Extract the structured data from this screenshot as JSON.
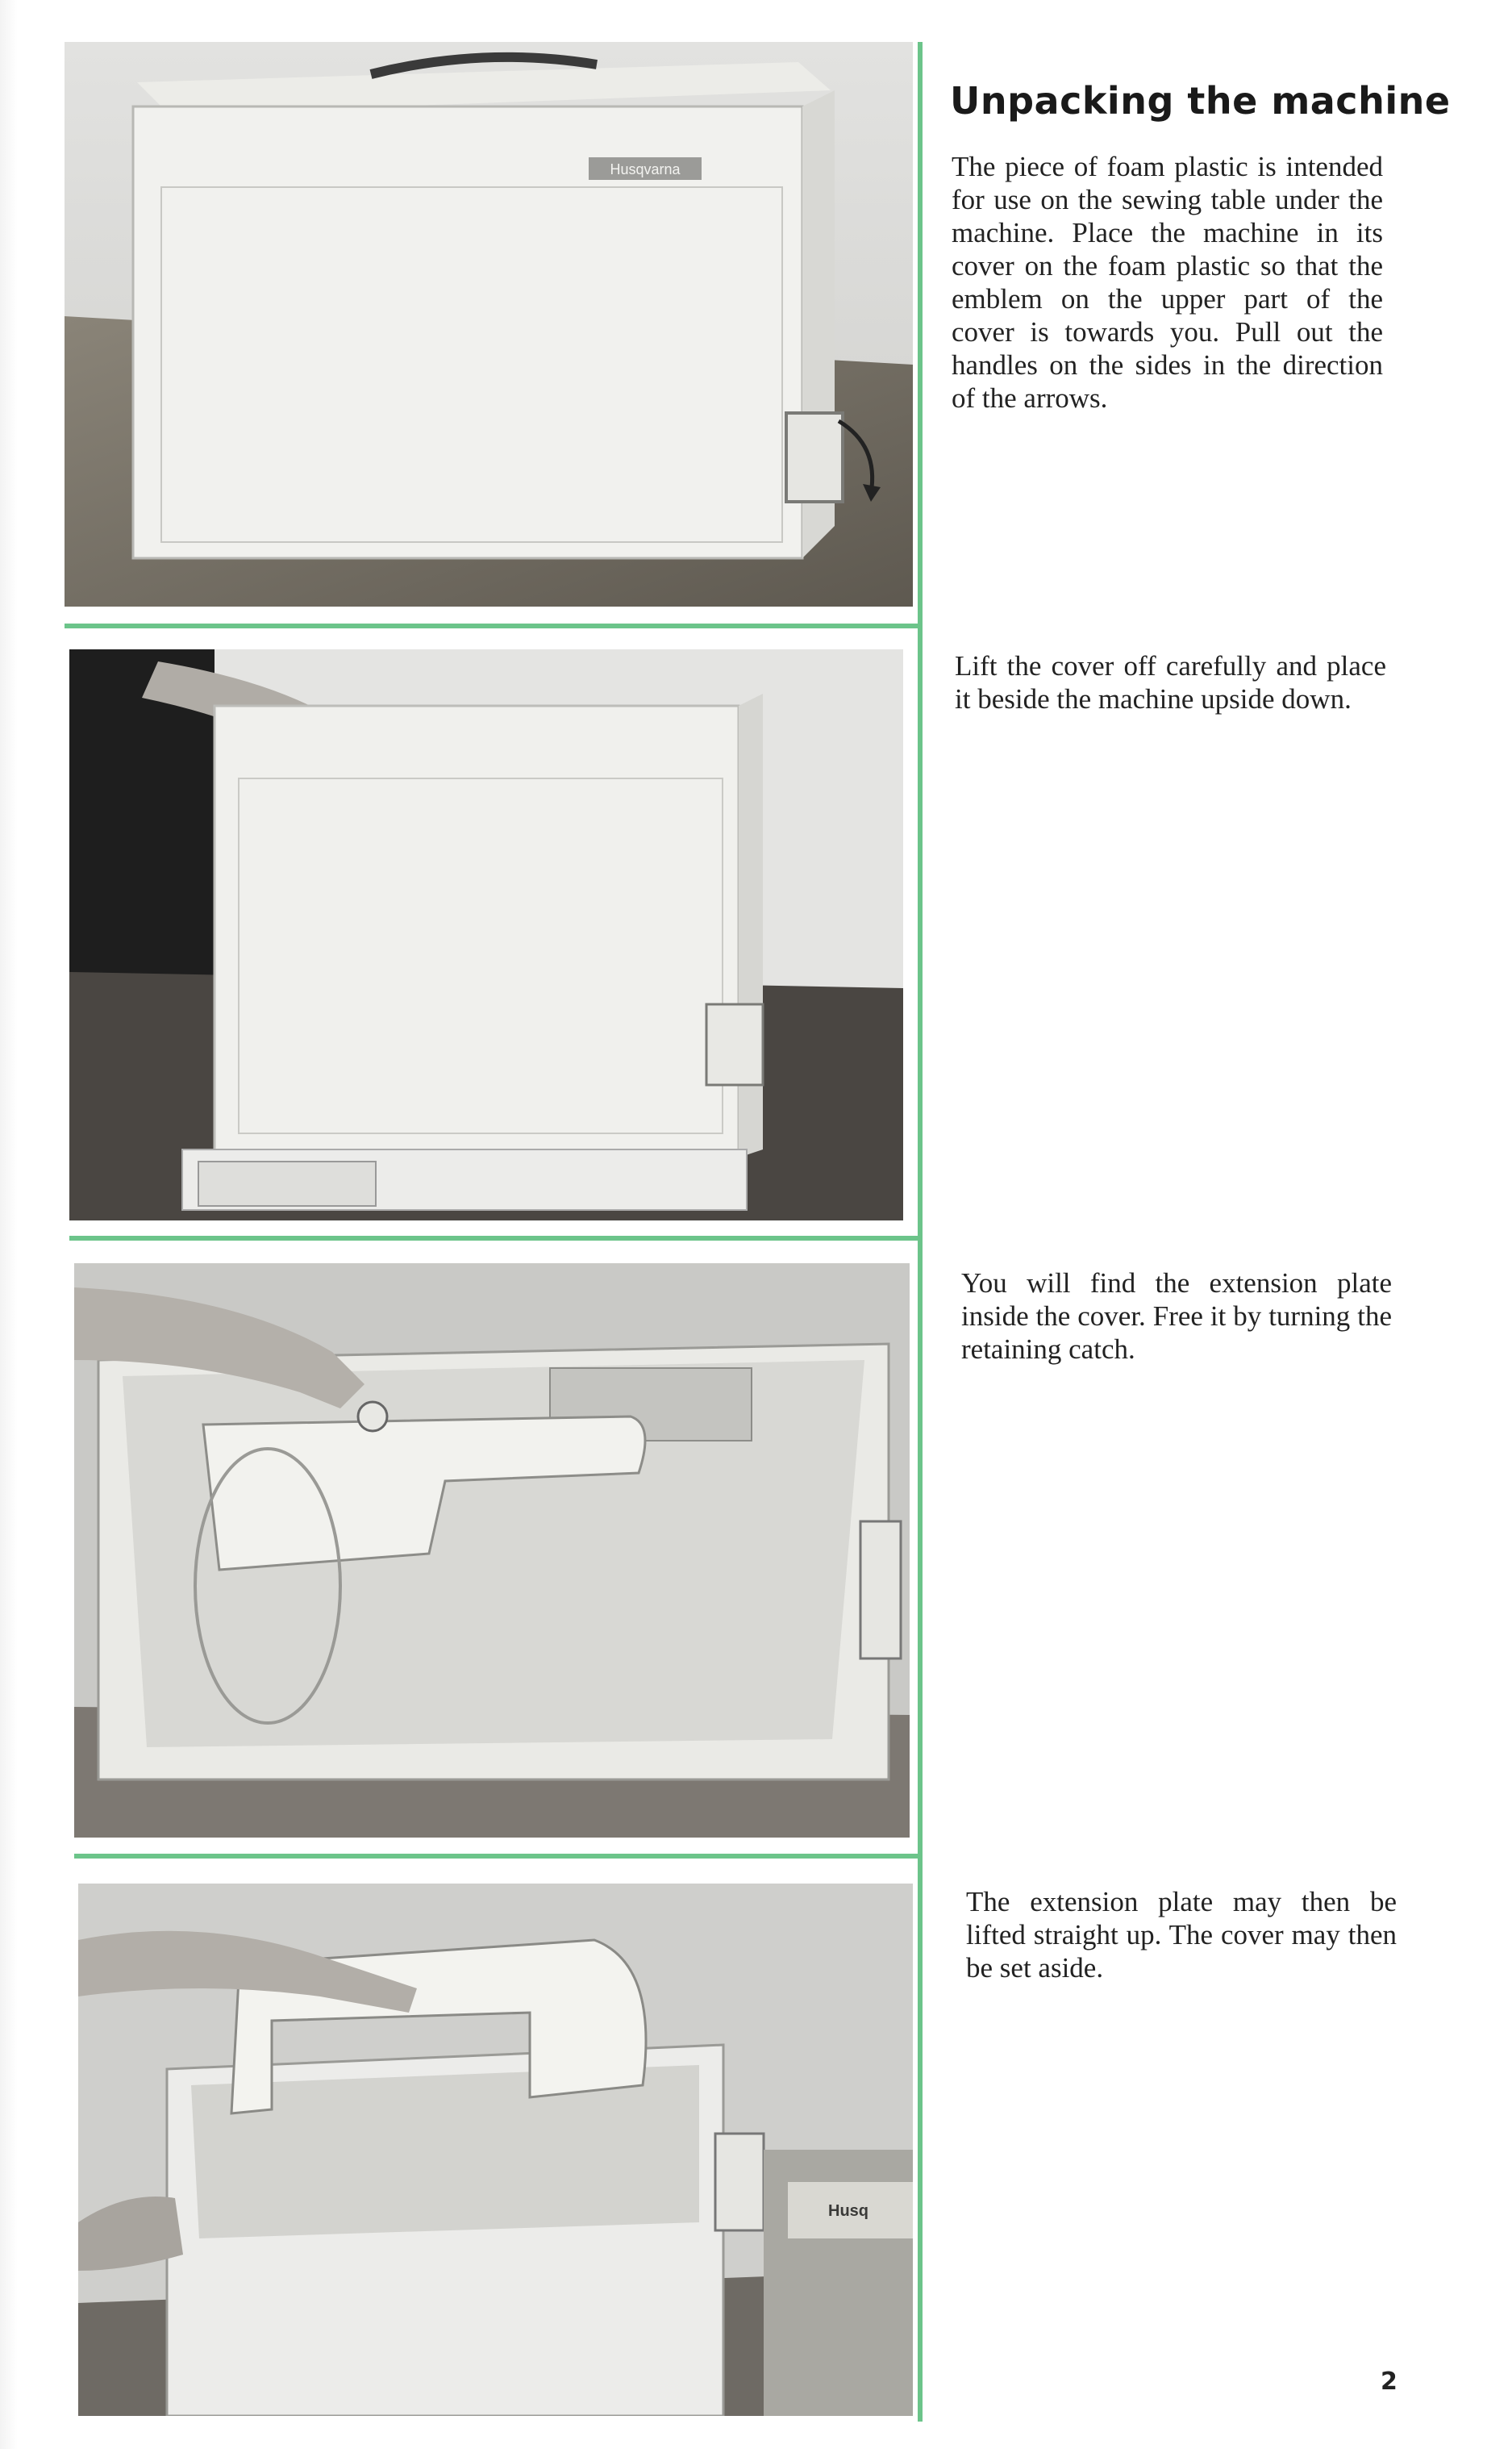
{
  "heading": "Unpacking the machine",
  "steps": [
    {
      "text": "The piece of foam plastic is in­tended for use on the sewing table under the machine. Place the machine in its cover on the foam plastic so that the em­blem on the upper part of the cover is towards you. Pull out the handles on the sides in the direction of the arrows.",
      "image_label": "Husqvarna"
    },
    {
      "text": "Lift the cover off carefully and place it beside the machine up­side down."
    },
    {
      "text": "You will find the extension plate inside the cover. Free it by turning the retaining catch."
    },
    {
      "text": "The extension plate may then be lifted straight up. The cover may then be set aside.",
      "image_label": "Husq"
    }
  ],
  "page_number": "2",
  "colors": {
    "rule": "#6cc48a",
    "text": "#222222",
    "photo_bg": "#d4d4d2"
  }
}
